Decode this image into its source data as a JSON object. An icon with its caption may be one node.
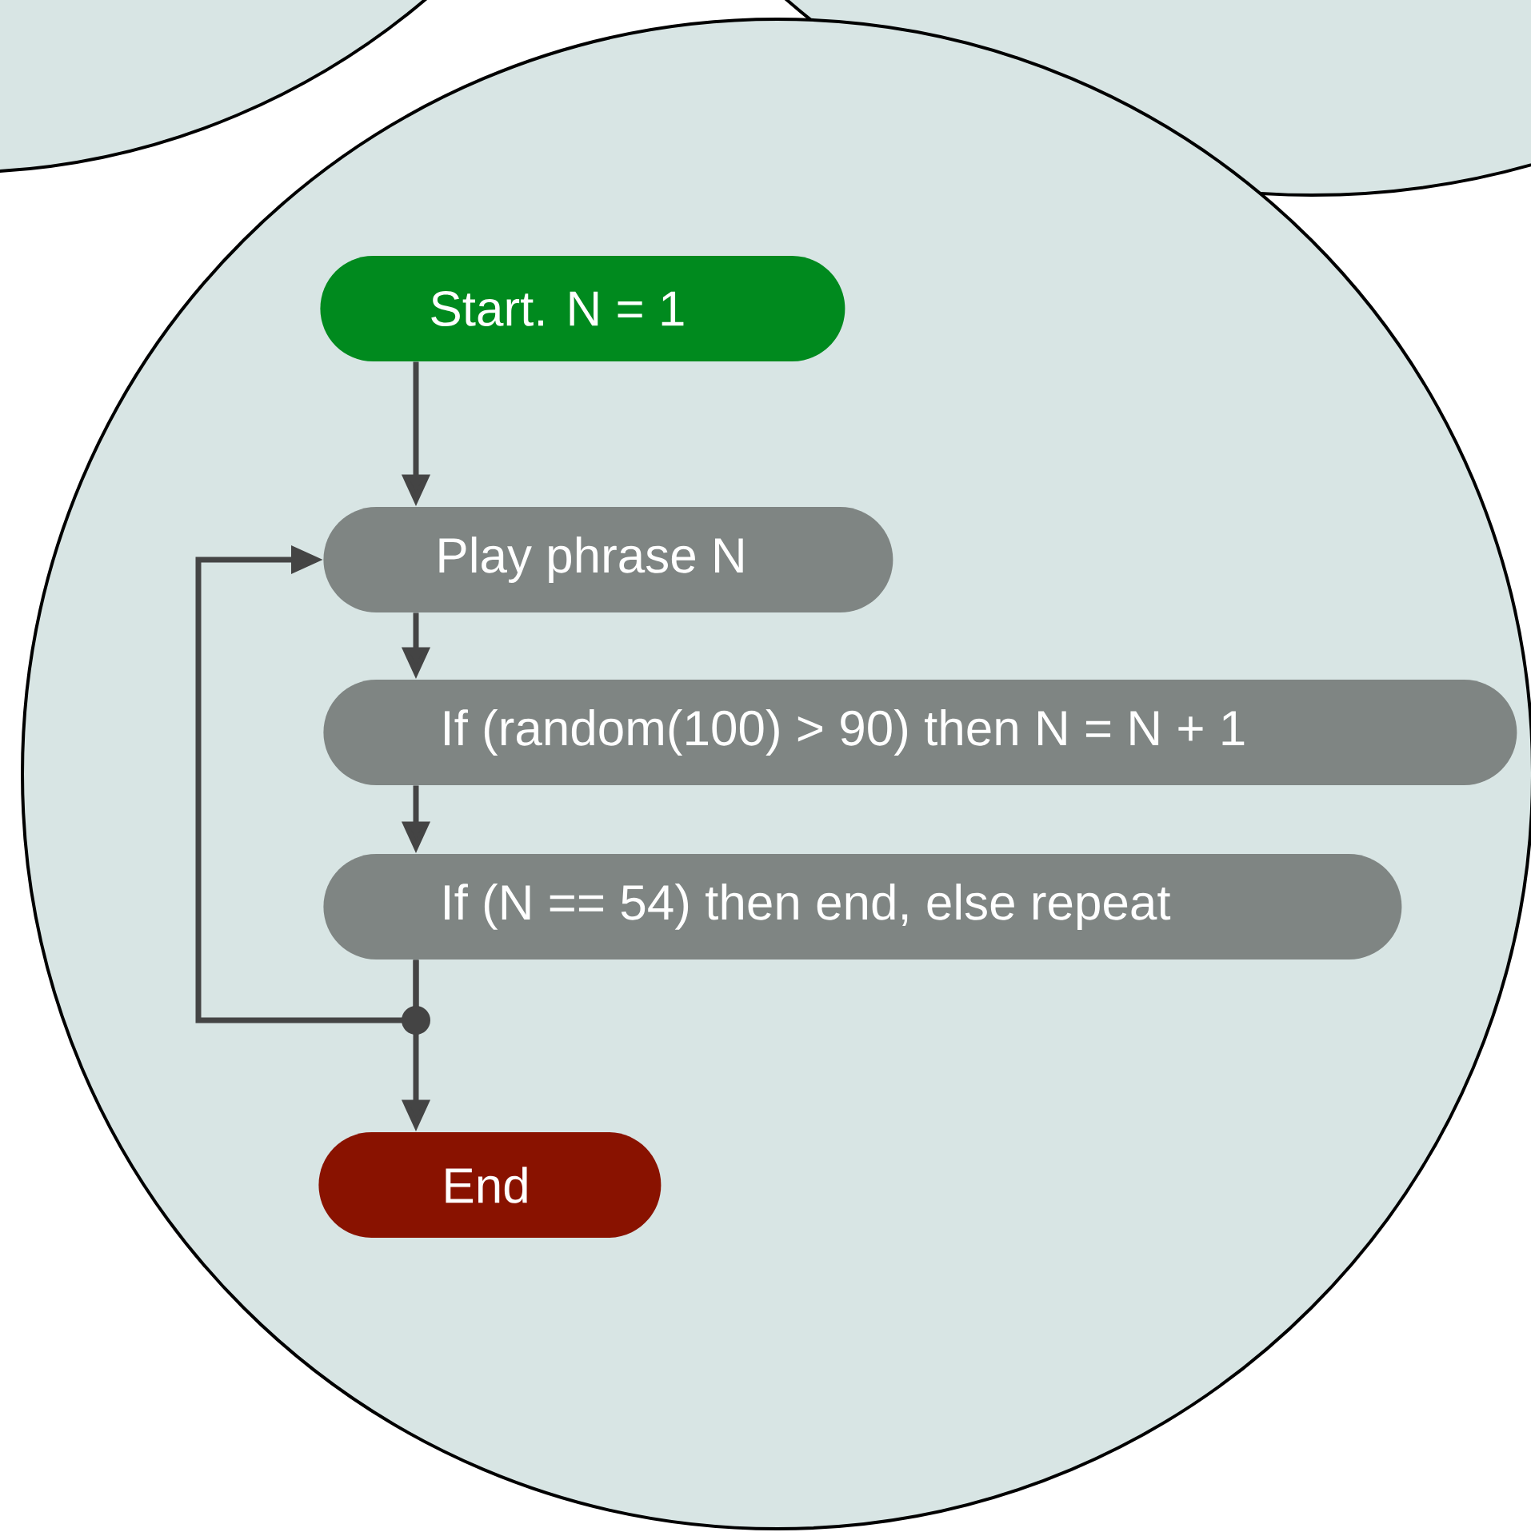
{
  "diagram": {
    "nodes": [
      {
        "text": [],
        "shape": "circle"
      },
      {
        "text": [
          "Start. N = 1"
        ],
        "in": 0
      },
      {
        "text": [
          "Play phrase N"
        ],
        "in": 0
      },
      {
        "text": [
          "If (random(100) > 90) then N = N + 1"
        ],
        "in": 0
      },
      {
        "text": [
          "If (N == 54) then end, else repeat"
        ],
        "in": 0
      },
      {
        "text": [
          "End"
        ],
        "in": 0
      }
    ],
    "edges": [
      {
        "from": 1,
        "to": 2,
        "arrow": "to"
      },
      {
        "from": 2,
        "to": 3,
        "arrow": "to"
      },
      {
        "from": 3,
        "to": 4,
        "arrow": "to"
      },
      {
        "from": 4,
        "to": 2,
        "arrow": "to"
      },
      {
        "from": 4,
        "to": 5,
        "arrow": "to"
      }
    ]
  }
}
